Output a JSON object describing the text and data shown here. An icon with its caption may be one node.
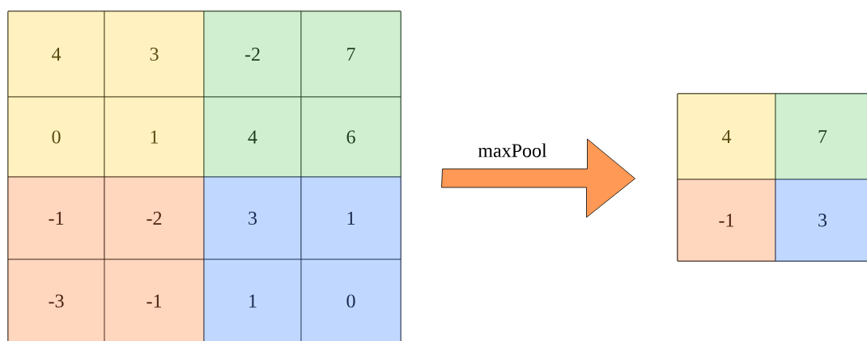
{
  "diagram": {
    "nodes": [
      {
        "text": [],
        "shape": "box"
      },
      {
        "text": [
          "4"
        ],
        "in": 0
      },
      {
        "text": [
          "3"
        ],
        "in": 0
      },
      {
        "text": [
          "-2"
        ],
        "in": 0
      },
      {
        "text": [
          "7"
        ],
        "in": 0
      },
      {
        "text": [
          "0"
        ],
        "in": 0
      },
      {
        "text": [
          "1"
        ],
        "in": 0
      },
      {
        "text": [
          "4"
        ],
        "in": 0
      },
      {
        "text": [
          "6"
        ],
        "in": 0
      },
      {
        "text": [
          "-1"
        ],
        "in": 0
      },
      {
        "text": [
          "-2"
        ],
        "in": 0
      },
      {
        "text": [
          "3"
        ],
        "in": 0
      },
      {
        "text": [
          "1"
        ],
        "in": 0
      },
      {
        "text": [
          "-3"
        ],
        "in": 0
      },
      {
        "text": [
          "-1"
        ],
        "in": 0
      },
      {
        "text": [
          "1"
        ],
        "in": 0
      },
      {
        "text": [
          "0"
        ],
        "in": 0
      },
      {
        "text": [],
        "shape": "box"
      },
      {
        "text": [
          "4"
        ],
        "in": 17
      },
      {
        "text": [
          "7"
        ],
        "in": 17
      },
      {
        "text": [
          "-1"
        ],
        "in": 17
      },
      {
        "text": [
          "3"
        ],
        "in": 17
      }
    ],
    "edges": [
      {
        "from": 0,
        "to": 17,
        "arrow": "to",
        "label": "maxPool"
      }
    ]
  }
}
